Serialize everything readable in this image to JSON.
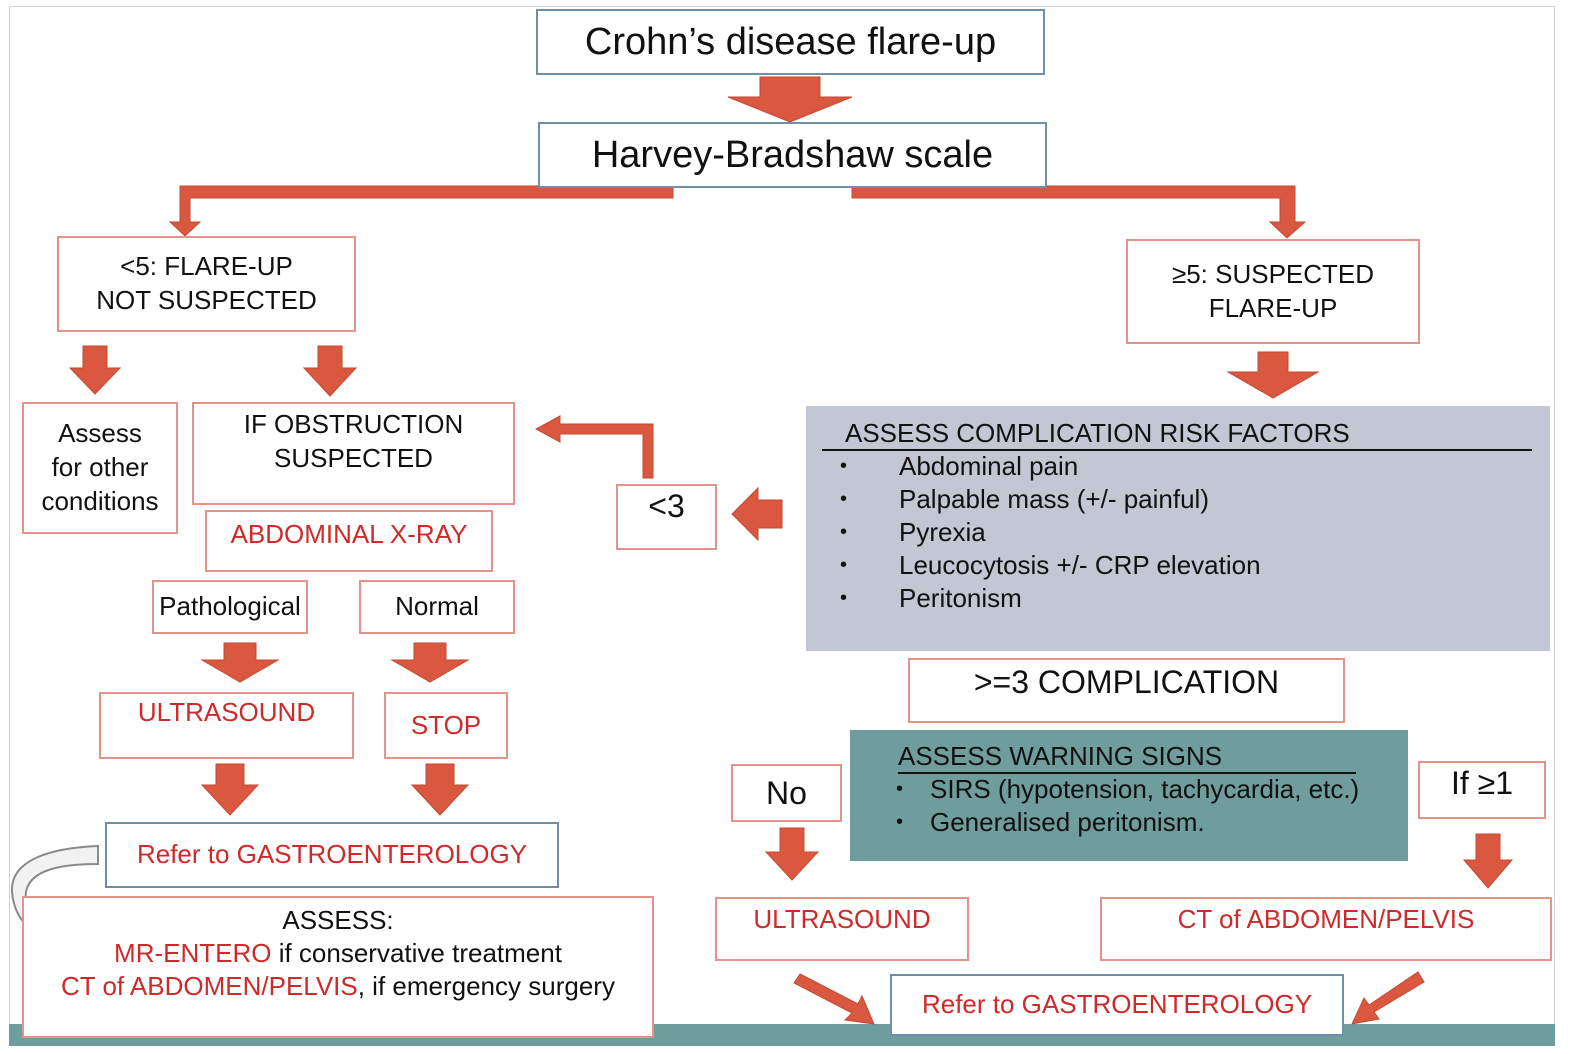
{
  "title": "Crohn’s disease flare-up",
  "scale": "Harvey-Bradshaw scale",
  "left_branch": {
    "header_line1": "<5: FLARE-UP",
    "header_line2": "NOT SUSPECTED",
    "assess_other": [
      "Assess",
      "for other",
      "conditions"
    ],
    "obstruction": [
      "IF OBSTRUCTION",
      "SUSPECTED"
    ],
    "xray": "ABDOMINAL X-RAY",
    "pathological": "Pathological",
    "normal": "Normal",
    "ultrasound": "ULTRASOUND",
    "stop": "STOP",
    "refer": "Refer to GASTROENTEROLOGY",
    "assess_title": "ASSESS:",
    "mr_entero": "MR-ENTERO",
    "mr_entero_rest": " if conservative treatment",
    "ct": "CT of ABDOMEN/PELVIS",
    "ct_rest": ", if emergency surgery"
  },
  "right_branch": {
    "header_line1": "≥5: SUSPECTED",
    "header_line2": "FLARE-UP",
    "risk_title": "ASSESS COMPLICATION RISK FACTORS",
    "risk_factors": [
      "Abdominal pain",
      "Palpable mass (+/- painful)",
      "Pyrexia",
      "Leucocytosis +/- CRP elevation",
      "Peritonism"
    ],
    "lt3": "<3",
    "ge3": ">=3 COMPLICATION",
    "warning_title": "ASSESS WARNING SIGNS",
    "warning_signs": [
      "SIRS (hypotension, tachycardia, etc.)",
      "Generalised peritonism."
    ],
    "no": "No",
    "if_ge1": "If ≥1",
    "ultrasound": "ULTRASOUND",
    "ct": "CT of ABDOMEN/PELVIS",
    "refer": "Refer to GASTROENTEROLOGY",
    "bullet": "•"
  },
  "colors": {
    "arrow": "#d9583f",
    "box_border_blue": "#6f8fa8",
    "box_border_red": "#e5928a",
    "red_text": "#cf2a2a",
    "risk_panel": "#c3c6d3",
    "warning_panel": "#6f9c9c"
  }
}
